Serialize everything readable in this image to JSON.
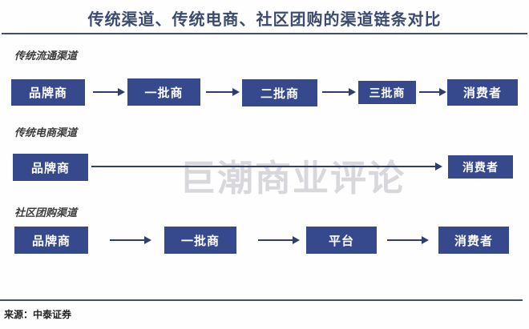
{
  "title": "传统渠道、传统电商、社区团购的渠道链条对比",
  "watermark": "巨潮商业评论",
  "source": "来源：中泰证券",
  "colors": {
    "box_fill": "#36498c",
    "box_text": "#ffffff",
    "arrow": "#2d3f72",
    "title_text": "#3b4a6e",
    "watermark_text": "#d8d8dc",
    "row_label_text": "#3c3c3c"
  },
  "rows": [
    {
      "label": "传统流通渠道",
      "nodes": [
        "品牌商",
        "一批商",
        "二批商",
        "三批商",
        "消费者"
      ]
    },
    {
      "label": "传统电商渠道",
      "nodes": [
        "品牌商",
        "消费者"
      ]
    },
    {
      "label": "社区团购渠道",
      "nodes": [
        "品牌商",
        "一批商",
        "平台",
        "消费者"
      ]
    }
  ]
}
